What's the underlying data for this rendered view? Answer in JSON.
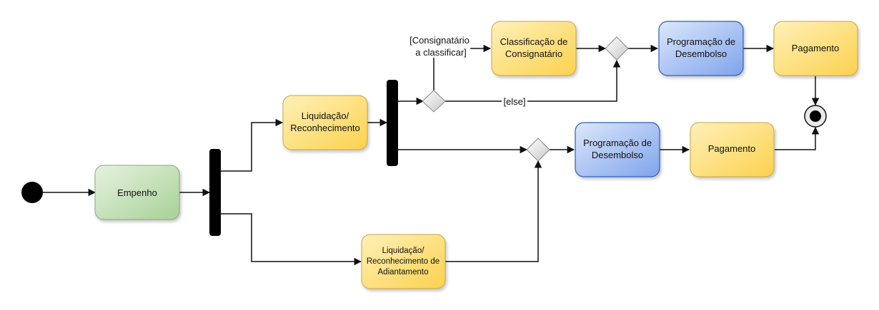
{
  "diagram": {
    "nodes": {
      "empenho": [
        "Empenho"
      ],
      "liquidacao": [
        "Liquidação/",
        "Reconhecimento"
      ],
      "liquidacao_adiantamento": [
        "Liquidação/",
        "Reconhecimento de",
        "Adiantamento"
      ],
      "classificacao": [
        "Classificação de",
        "Consignatário"
      ],
      "programacao_top": [
        "Programação de",
        "Desembolso"
      ],
      "pagamento_top": [
        "Pagamento"
      ],
      "programacao_mid": [
        "Programação de",
        "Desembolso"
      ],
      "pagamento_mid": [
        "Pagamento"
      ]
    },
    "guards": {
      "consignatario": [
        "[Consignatário",
        "a classificar]"
      ],
      "else": "[else]"
    },
    "colors": {
      "yellow_top": "#fff0b8",
      "yellow_bottom": "#fbd24e",
      "yellow_stroke": "#c9a64a",
      "green_top": "#e6f2e0",
      "green_bottom": "#a8d196",
      "green_stroke": "#8aa886",
      "blue_top": "#dce8fb",
      "blue_bottom": "#7fa3ec",
      "blue_stroke": "#2f5fb8",
      "bar": "#000000",
      "decision_fill": "#e0e0e0",
      "decision_stroke": "#888888"
    }
  }
}
